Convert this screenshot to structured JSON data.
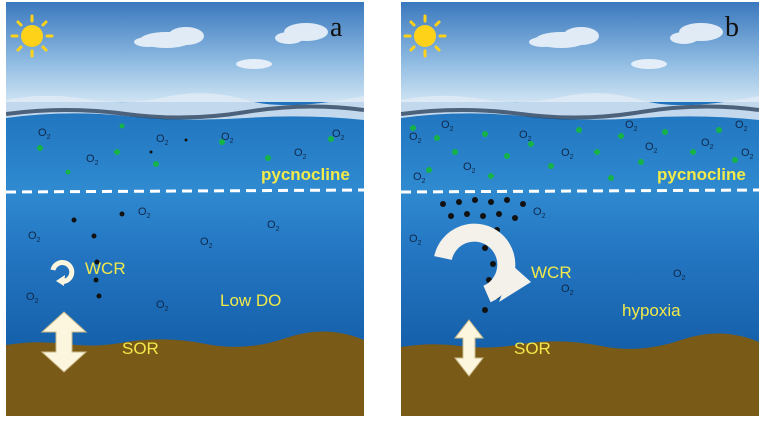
{
  "panels": [
    {
      "id": "a",
      "letter": "a",
      "pycnocline": "pycnocline",
      "wcr": "WCR",
      "sor": "SOR",
      "zone": "Low DO",
      "o2_label": "O",
      "o2_sub": "2"
    },
    {
      "id": "b",
      "letter": "b",
      "pycnocline": "pycnocline",
      "wcr": "WCR",
      "sor": "SOR",
      "zone": "hypoxia",
      "o2_label": "O",
      "o2_sub": "2"
    }
  ],
  "colors": {
    "sky_top": "#3f7fc2",
    "sky_bottom": "#bcd9ef",
    "surface_water": "#2b7cc4",
    "deep_water": "#1d66b3",
    "sediment": "#7a5a17",
    "label_yellow": "#f2e94a",
    "green_dot": "#16b34a",
    "arrow_fill": "#fdf6df",
    "sun": "#ffd21a"
  },
  "icons": [
    "sun-icon",
    "cloud-icon",
    "circular-arrow-icon",
    "double-arrow-icon"
  ]
}
